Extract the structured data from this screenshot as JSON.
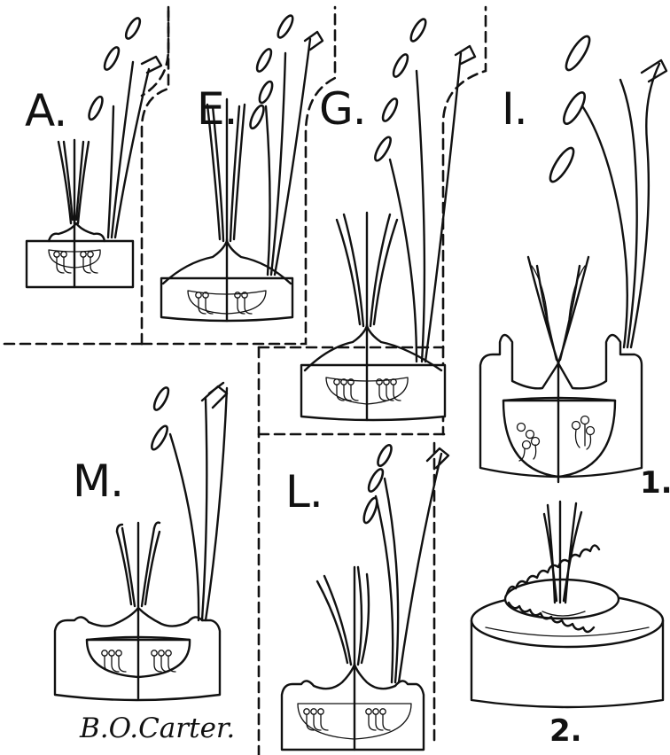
{
  "figure": {
    "panels": [
      {
        "id": "A",
        "label": "A."
      },
      {
        "id": "E",
        "label": "E."
      },
      {
        "id": "G",
        "label": "G."
      },
      {
        "id": "I",
        "label": "I."
      },
      {
        "id": "M",
        "label": "M."
      },
      {
        "id": "L",
        "label": "L."
      }
    ],
    "details": [
      {
        "id": "1",
        "label": "1."
      },
      {
        "id": "2",
        "label": "2."
      }
    ],
    "signature": "B.O.Carter."
  }
}
